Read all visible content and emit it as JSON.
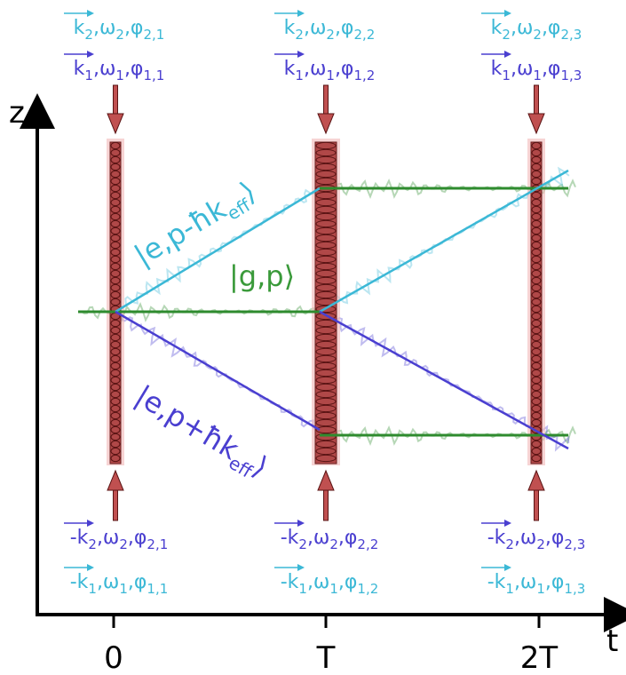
{
  "axes": {
    "x_label": "t",
    "y_label": "z",
    "ticks": [
      "0",
      "T",
      "2T"
    ]
  },
  "pulses": [
    {
      "top_k2": "k",
      "top_k2_sub": "2",
      "top_k2_rest": ",ω",
      "top_k2_w": "2",
      "top_k2_c": ",φ",
      "top_k2_phi": "2,1",
      "top_k1": "k",
      "top_k1_sub": "1",
      "top_k1_rest": ",ω",
      "top_k1_w": "1",
      "top_k1_c": ",φ",
      "top_k1_phi": "1,1",
      "bot_k2": "-k",
      "bot_k2_sub": "2",
      "bot_k2_rest": ",ω",
      "bot_k2_w": "2",
      "bot_k2_c": ",φ",
      "bot_k2_phi": "2,1",
      "bot_k1": "-k",
      "bot_k1_sub": "1",
      "bot_k1_rest": ",ω",
      "bot_k1_w": "1",
      "bot_k1_c": ",φ",
      "bot_k1_phi": "1,1"
    },
    {
      "top_k2": "k",
      "top_k2_sub": "2",
      "top_k2_rest": ",ω",
      "top_k2_w": "2",
      "top_k2_c": ",φ",
      "top_k2_phi": "2,2",
      "top_k1": "k",
      "top_k1_sub": "1",
      "top_k1_rest": ",ω",
      "top_k1_w": "1",
      "top_k1_c": ",φ",
      "top_k1_phi": "1,2",
      "bot_k2": "-k",
      "bot_k2_sub": "2",
      "bot_k2_rest": ",ω",
      "bot_k2_w": "2",
      "bot_k2_c": ",φ",
      "bot_k2_phi": "2,2",
      "bot_k1": "-k",
      "bot_k1_sub": "1",
      "bot_k1_rest": ",ω",
      "bot_k1_w": "1",
      "bot_k1_c": ",φ",
      "bot_k1_phi": "1,2"
    },
    {
      "top_k2": "k",
      "top_k2_sub": "2",
      "top_k2_rest": ",ω",
      "top_k2_w": "2",
      "top_k2_c": ",φ",
      "top_k2_phi": "2,3",
      "top_k1": "k",
      "top_k1_sub": "1",
      "top_k1_rest": ",ω",
      "top_k1_w": "1",
      "top_k1_c": ",φ",
      "top_k1_phi": "1,3",
      "bot_k2": "-k",
      "bot_k2_sub": "2",
      "bot_k2_rest": ",ω",
      "bot_k2_w": "2",
      "bot_k2_c": ",φ",
      "bot_k2_phi": "2,3",
      "bot_k1": "-k",
      "bot_k1_sub": "1",
      "bot_k1_rest": ",ω",
      "bot_k1_w": "1",
      "bot_k1_c": ",φ",
      "bot_k1_phi": "1,3"
    }
  ],
  "states": {
    "upper_main": "|e,p-ħk",
    "upper_sub": "eff",
    "upper_close": "⟩",
    "ground": "|g,p⟩",
    "lower_main": "|e,p+ħk",
    "lower_sub": "eff",
    "lower_close": "⟩"
  },
  "colors": {
    "cyan": "#3bb8d6",
    "blue": "#4a3fd0",
    "green": "#3a9a3a",
    "pulse_fill": "#b04848",
    "pulse_glow": "#f2b8b8",
    "arrow": "#c05050"
  }
}
